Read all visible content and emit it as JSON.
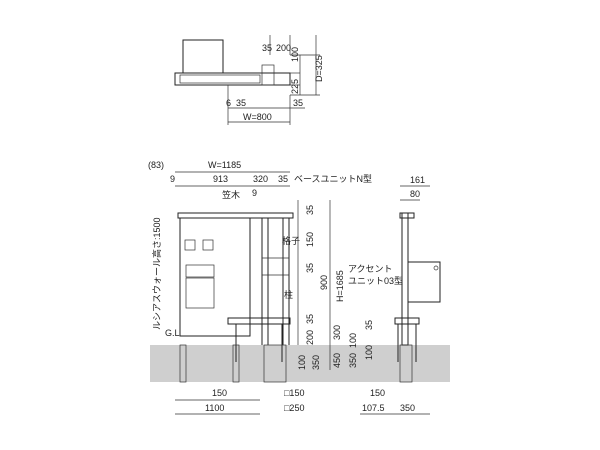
{
  "top_view": {
    "dims": {
      "d35": "35",
      "d200": "200",
      "d100": "100",
      "d225": "225",
      "depth": "D=325",
      "d6": "6",
      "d35b": "35",
      "d35c": "35",
      "width": "W=800"
    }
  },
  "front_view": {
    "dims": {
      "d83": "(83)",
      "width": "W=1185",
      "d9a": "9",
      "d913": "913",
      "d320": "320",
      "d35a": "35",
      "d9b": "9",
      "d35b": "35",
      "d150": "150",
      "d35c": "35",
      "height": "H=1685",
      "d900": "900",
      "d35d": "35",
      "d200": "200",
      "d300": "300",
      "d100": "100",
      "d350": "350",
      "d450": "450",
      "d100b": "100",
      "d350b": "350",
      "d150b": "150",
      "d1100": "1100",
      "sq150": "□150",
      "sq250": "□250"
    },
    "labels": {
      "base_unit": "ベースユニットN型",
      "kasagi": "笠木",
      "koushi": "格子",
      "hashira": "柱",
      "wall": "ルシアスウォール高さ:1500",
      "gl": "G.L"
    }
  },
  "side_view": {
    "dims": {
      "d161": "161",
      "d80": "80",
      "d35": "35",
      "d100": "100",
      "d150": "150",
      "d107": "107.5",
      "d350": "350"
    },
    "labels": {
      "accent": "アクセント",
      "unit03": "ユニット03型"
    }
  }
}
